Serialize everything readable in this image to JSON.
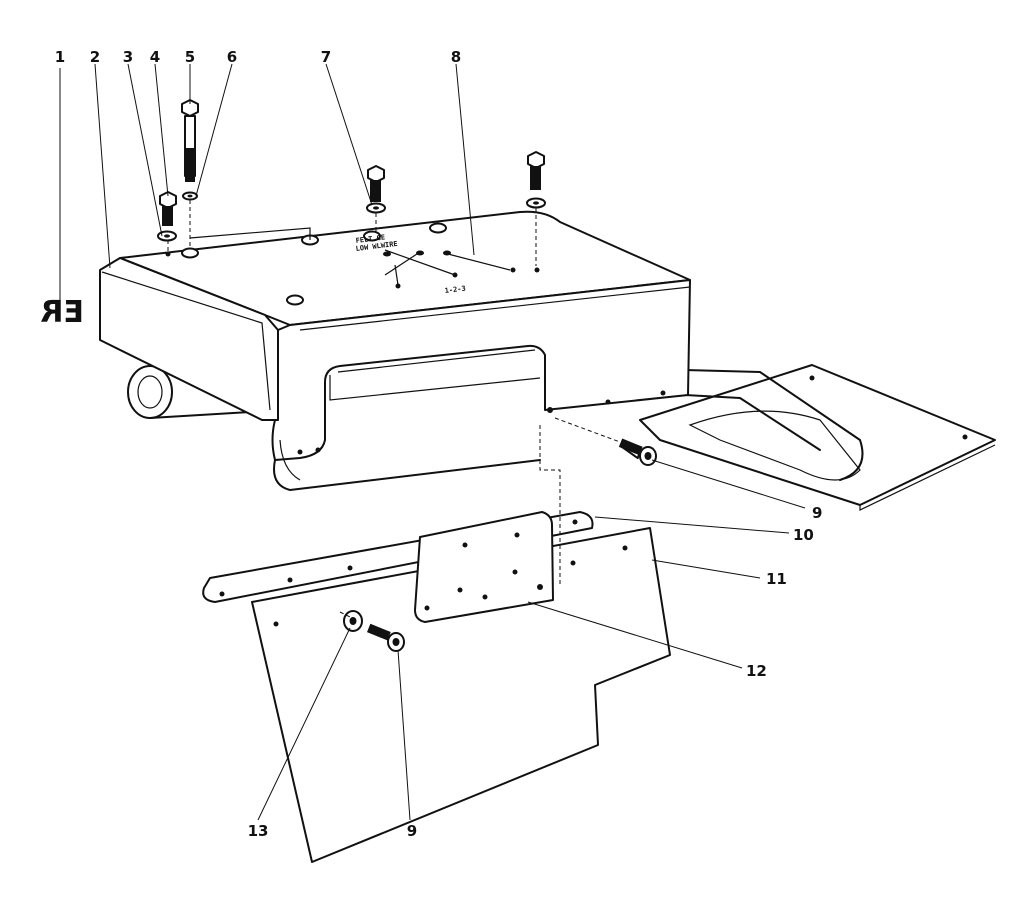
{
  "callouts": [
    {
      "id": "1",
      "label": "1"
    },
    {
      "id": "2",
      "label": "2"
    },
    {
      "id": "3",
      "label": "3"
    },
    {
      "id": "4",
      "label": "4"
    },
    {
      "id": "5",
      "label": "5"
    },
    {
      "id": "6",
      "label": "6"
    },
    {
      "id": "7",
      "label": "7"
    },
    {
      "id": "8",
      "label": "8"
    },
    {
      "id": "9a",
      "label": "9"
    },
    {
      "id": "10",
      "label": "10"
    },
    {
      "id": "11",
      "label": "11"
    },
    {
      "id": "12",
      "label": "12"
    },
    {
      "id": "13",
      "label": "13"
    },
    {
      "id": "9b",
      "label": "9"
    }
  ],
  "side_lettering": "ER",
  "top_lettering": {
    "line1": "FELT  GE",
    "line2": "LOW  WLWIRE",
    "pattern": "1-2-3"
  }
}
